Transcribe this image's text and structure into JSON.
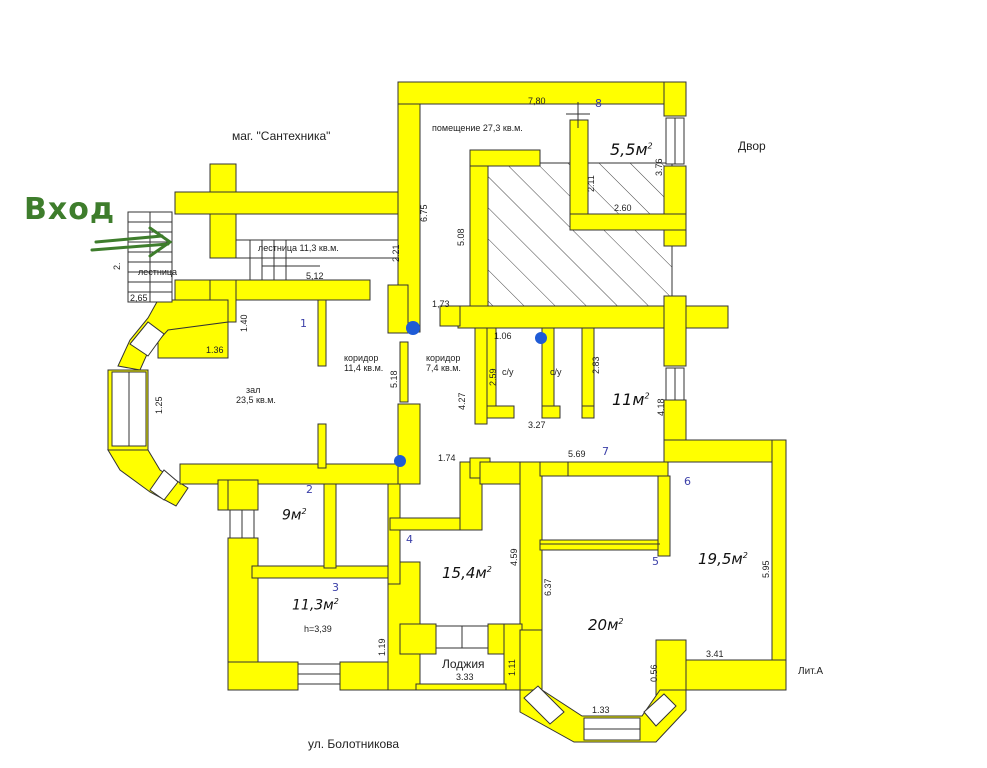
{
  "entrance": {
    "label": "Вход",
    "color": "#3e7d2c"
  },
  "colors": {
    "wall": "#ffff00",
    "wall_outline": "#333333",
    "marker": "#1f5bd6",
    "room_number": "#3b3fa8"
  },
  "streets": {
    "shop": "маг. \"Сантехника\"",
    "yard": "Двор",
    "street": "ул. Болотникова",
    "building": "Лит.А"
  },
  "rooms": {
    "stair_hall": "лестница 11,3 кв.м.",
    "stair": "лестница",
    "hall": "зал",
    "hall_area": "23,5 кв.м.",
    "corridor_1": "коридор",
    "corridor_1_area": "11,4 кв.м.",
    "corridor_2": "коридор",
    "corridor_2_area": "7,4 кв.м.",
    "room_8": "помещение 27,3 кв.м.",
    "wc_1": "с/у",
    "wc_2": "с/у",
    "loggia": "Лоджия",
    "ceiling": "h=3,39"
  },
  "areas": {
    "r8": "5,5м",
    "r7": "11м",
    "r2": "9м",
    "r3": "11,3м",
    "r4": "15,4м",
    "r5": "20м",
    "r6": "19,5м",
    "sq": "2"
  },
  "room_numbers": [
    "1",
    "2",
    "3",
    "4",
    "5",
    "6",
    "7",
    "8"
  ],
  "dims": {
    "d780": "7,80",
    "d376": "3.76",
    "d211": "2.11",
    "d260": "2.60",
    "d675": "6.75",
    "d508": "5.08",
    "d221": "2.21",
    "d512": "5,12",
    "d265": "2,65",
    "d24": "2.",
    "d140": "1.40",
    "d136": "1.36",
    "d125": "1.25",
    "d173": "1,73",
    "d106": "1.06",
    "d259": "2.59",
    "d283": "2.83",
    "d427": "4.27",
    "d327": "3.27",
    "d418": "4.18",
    "d518": "5.18",
    "d174": "1.74",
    "d569": "5.69",
    "d459": "4.59",
    "d637": "6.37",
    "d595": "5.95",
    "d119": "1.19",
    "d111": "1.11",
    "d333": "3.33",
    "d056": "0.56",
    "d133": "1.33",
    "d341": "3.41"
  }
}
